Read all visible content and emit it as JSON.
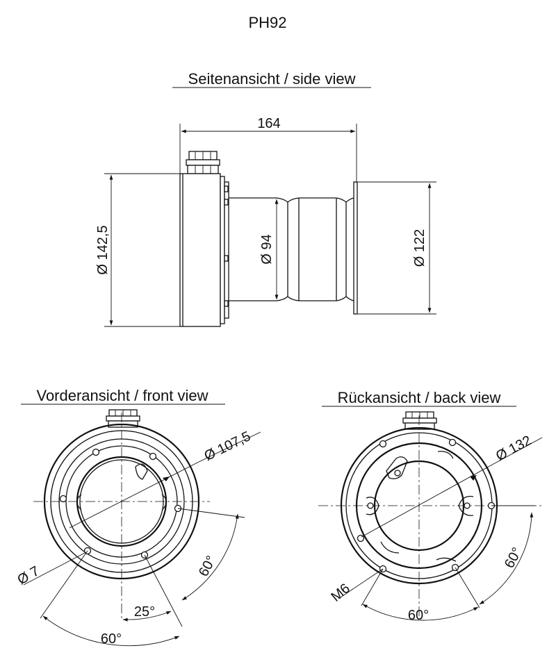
{
  "title": "PH92",
  "views": {
    "side": {
      "label": "Seitenansicht / side view",
      "dim_length": "164",
      "dim_housing": "Ø 142,5",
      "dim_shaft": "Ø 94",
      "dim_flange": "Ø 122"
    },
    "front": {
      "label": "Vorderansicht / front view",
      "dim_bolt_circle": "Ø 107,5",
      "dim_hole": "Ø 7",
      "angle_small": "25°",
      "angle_mid": "60°",
      "angle_bottom": "60°"
    },
    "back": {
      "label": "Rückansicht / back view",
      "dim_bolt_circle": "Ø 132",
      "thread": "M6",
      "angle_right": "60°",
      "angle_bottom": "60°"
    }
  }
}
